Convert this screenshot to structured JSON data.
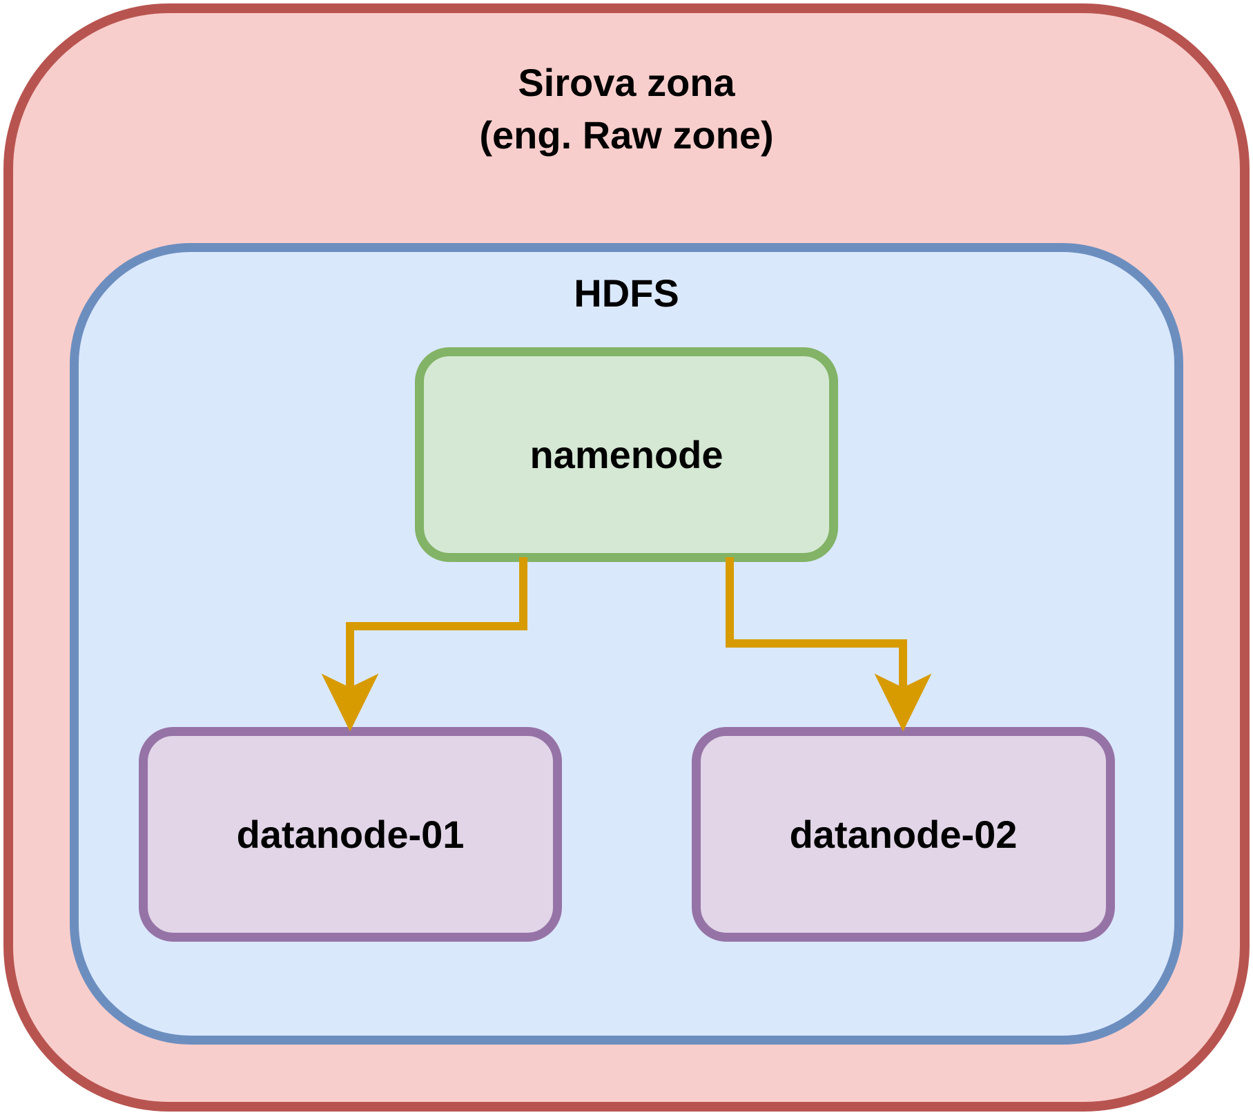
{
  "raw_zone": {
    "title": "Sirova zona\n(eng. Raw zone)"
  },
  "hdfs": {
    "title": "HDFS"
  },
  "nodes": {
    "namenode": "namenode",
    "datanode_1": "datanode-01",
    "datanode_2": "datanode-02"
  },
  "colors": {
    "raw_zone_fill": "#f8cecc",
    "raw_zone_stroke": "#b85450",
    "hdfs_fill": "#dae8fc",
    "hdfs_stroke": "#6c8ebf",
    "namenode_fill": "#d5e8d4",
    "namenode_stroke": "#82b366",
    "datanode_fill": "#e1d5e7",
    "datanode_stroke": "#9673a6",
    "arrow": "#d79b00"
  },
  "edges": [
    {
      "from": "namenode",
      "to": "datanode-01"
    },
    {
      "from": "namenode",
      "to": "datanode-02"
    }
  ]
}
